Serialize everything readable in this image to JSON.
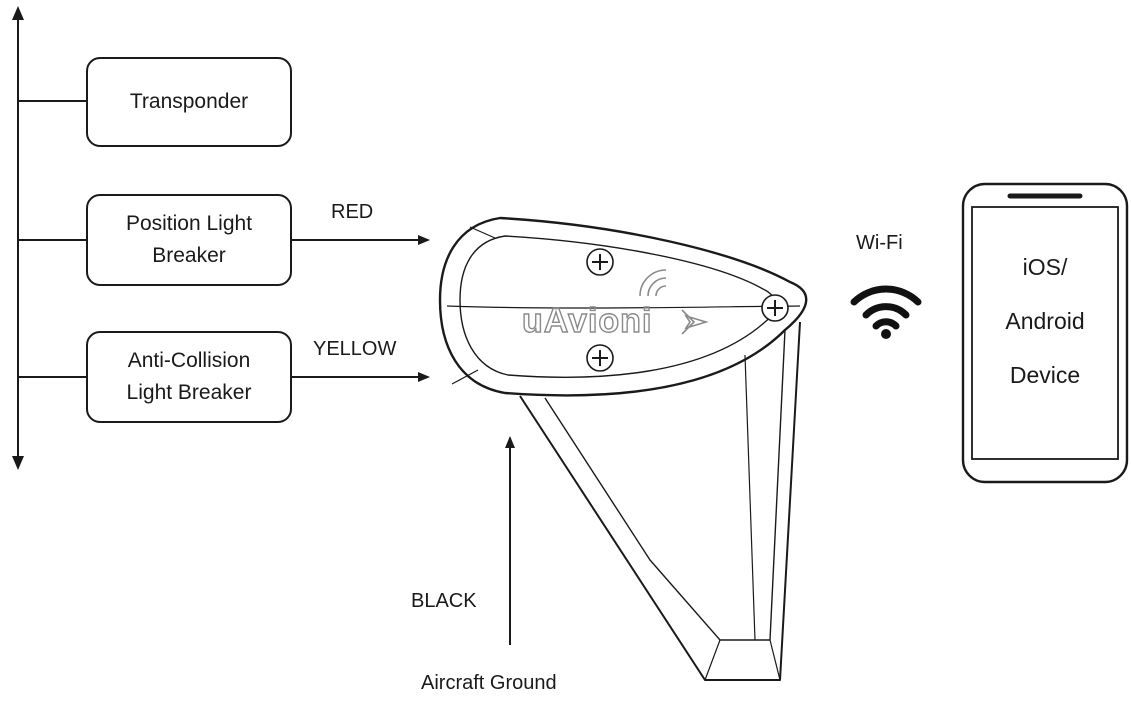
{
  "left_inputs": {
    "transponder": "Transponder",
    "position_light_breaker": "Position Light\nBreaker",
    "anti_collision_breaker": "Anti-Collision\nLight Breaker"
  },
  "wires": {
    "red": "RED",
    "yellow": "YELLOW",
    "black": "BLACK",
    "ground": "Aircraft Ground"
  },
  "device": {
    "brand": "uAvioni",
    "icons": [
      "screw-icon",
      "wifi-arcs-logo",
      "airplane-logo"
    ]
  },
  "wireless": {
    "label": "Wi-Fi",
    "icon": "wifi-icon"
  },
  "phone": {
    "label": "iOS/\nAndroid\nDevice",
    "icon": "smartphone-icon"
  }
}
